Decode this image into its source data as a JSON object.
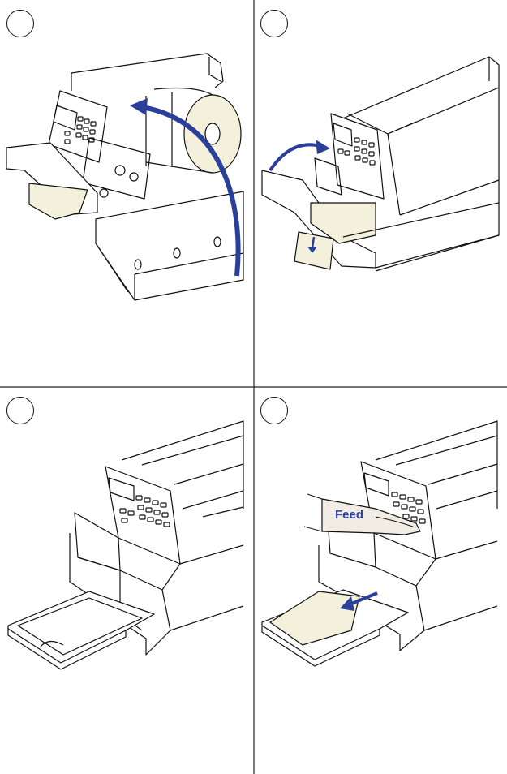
{
  "panels": [
    {
      "id": "step-1"
    },
    {
      "id": "step-2"
    },
    {
      "id": "step-3"
    },
    {
      "id": "step-4"
    }
  ],
  "colors": {
    "line": "#111111",
    "grid": "#222222",
    "arrow": "#2a3f9a",
    "media": "#f3f0dc",
    "hand": "#f2ede4",
    "feed_text": "#2a45a8"
  },
  "feed_label": "Feed",
  "icons": {
    "arrow_over": "curved-arrow-icon",
    "arrow_down": "down-arrow-icon",
    "arrow_left": "left-arrow-icon",
    "hand": "hand-icon"
  }
}
